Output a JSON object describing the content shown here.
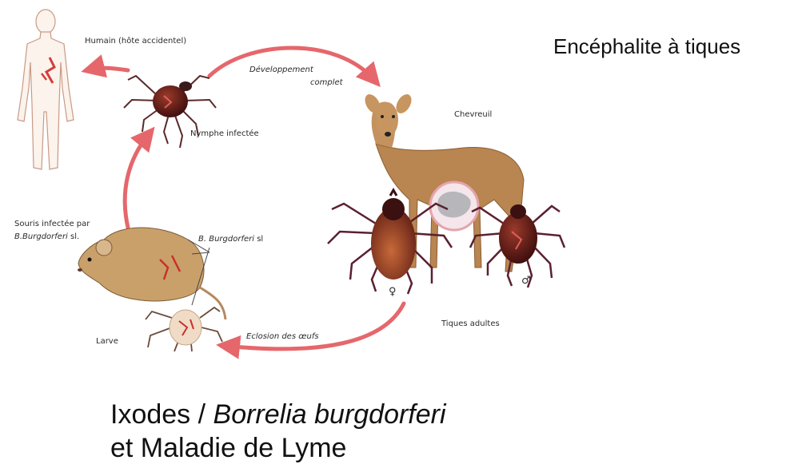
{
  "diagram": {
    "labels": {
      "human": "Humain (hôte accidentel)",
      "development_line1": "Développement",
      "development_line2": "complet",
      "roe_deer": "Chevreuil",
      "infected_nymph": "Nymphe infectée",
      "mouse_line1": "Souris infectée par",
      "mouse_line2_italic": "B.Burgdorferi",
      "mouse_line2_rest": " sl.",
      "bacteria_italic": "B. Burgdorferi",
      "bacteria_rest": " sl",
      "larva": "Larve",
      "hatching": "Eclosion des œufs",
      "adult_ticks": "Tiques adultes",
      "female_symbol": "♀",
      "male_symbol": "♂"
    },
    "colors": {
      "arrow": "#e5676c",
      "tick_body": "#5a1a1a",
      "deer": "#b98550",
      "mouse": "#c9a06a"
    }
  },
  "heading_right": "Encéphalite à tiques",
  "caption": {
    "line1_plain": "Ixodes / ",
    "line1_italic": "Borrelia burgdorferi",
    "line2": "et Maladie de Lyme"
  }
}
